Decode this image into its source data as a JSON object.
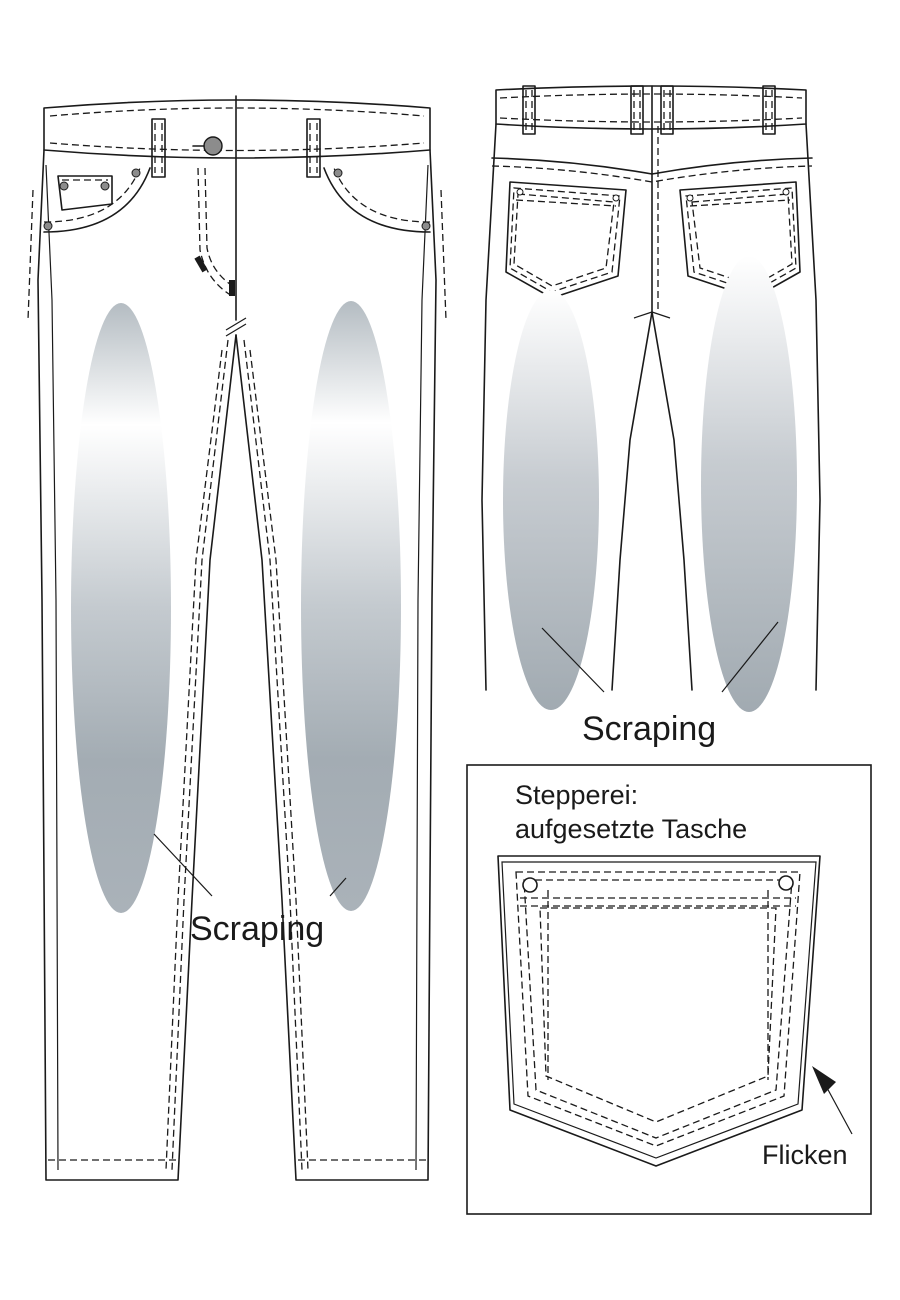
{
  "labels": {
    "front_scraping": "Scraping",
    "back_scraping": "Scraping",
    "detail_title_line1": "Stepperei:",
    "detail_title_line2": "aufgesetzte Tasche",
    "patch": "Flicken"
  },
  "colors": {
    "line": "#1a1a1a",
    "shading_light": "#ffffff",
    "shading_dark": "#9aa3ab"
  }
}
